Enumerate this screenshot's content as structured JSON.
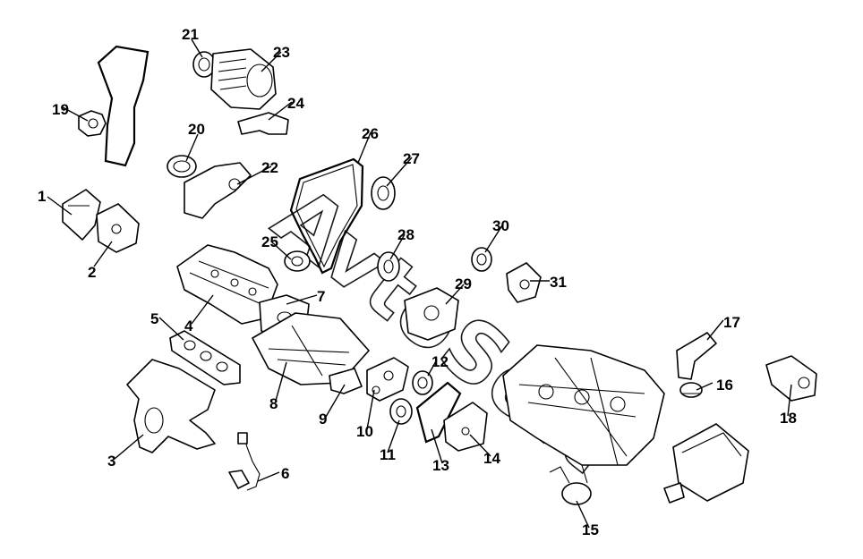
{
  "diagram": {
    "callouts": [
      "1",
      "2",
      "3",
      "4",
      "5",
      "6",
      "7",
      "8",
      "9",
      "10",
      "11",
      "12",
      "13",
      "14",
      "15",
      "16",
      "17",
      "18",
      "19",
      "20",
      "21",
      "22",
      "23",
      "24",
      "25",
      "26",
      "27",
      "28",
      "29",
      "30",
      "31"
    ],
    "watermark_logo": "AvtoSoft"
  }
}
